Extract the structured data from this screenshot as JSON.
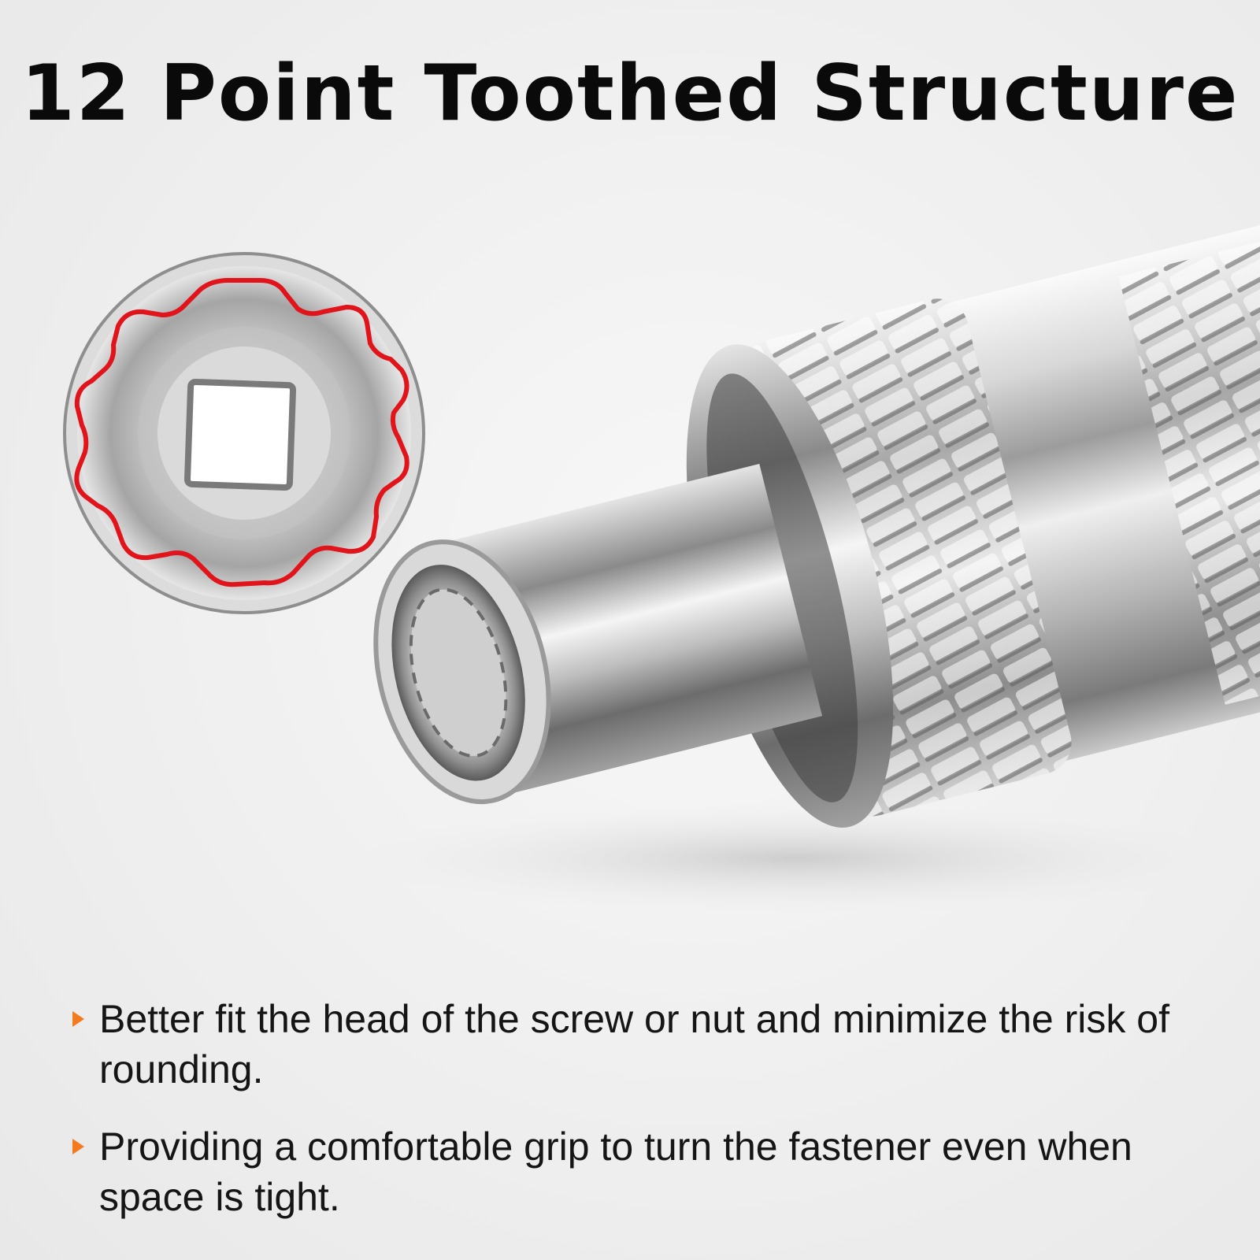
{
  "title": "12 Point Toothed Structure",
  "bullets": [
    {
      "text": "Better fit the head of the screw or nut and minimize the risk of rounding."
    },
    {
      "text": "Providing a comfortable grip to turn the fastener even when space is tight."
    }
  ],
  "colors": {
    "accent": "#f47a1e",
    "highlight": "#e0141a",
    "text": "#0a0a0a"
  },
  "icons": [
    "bullet-arrow-icon"
  ]
}
